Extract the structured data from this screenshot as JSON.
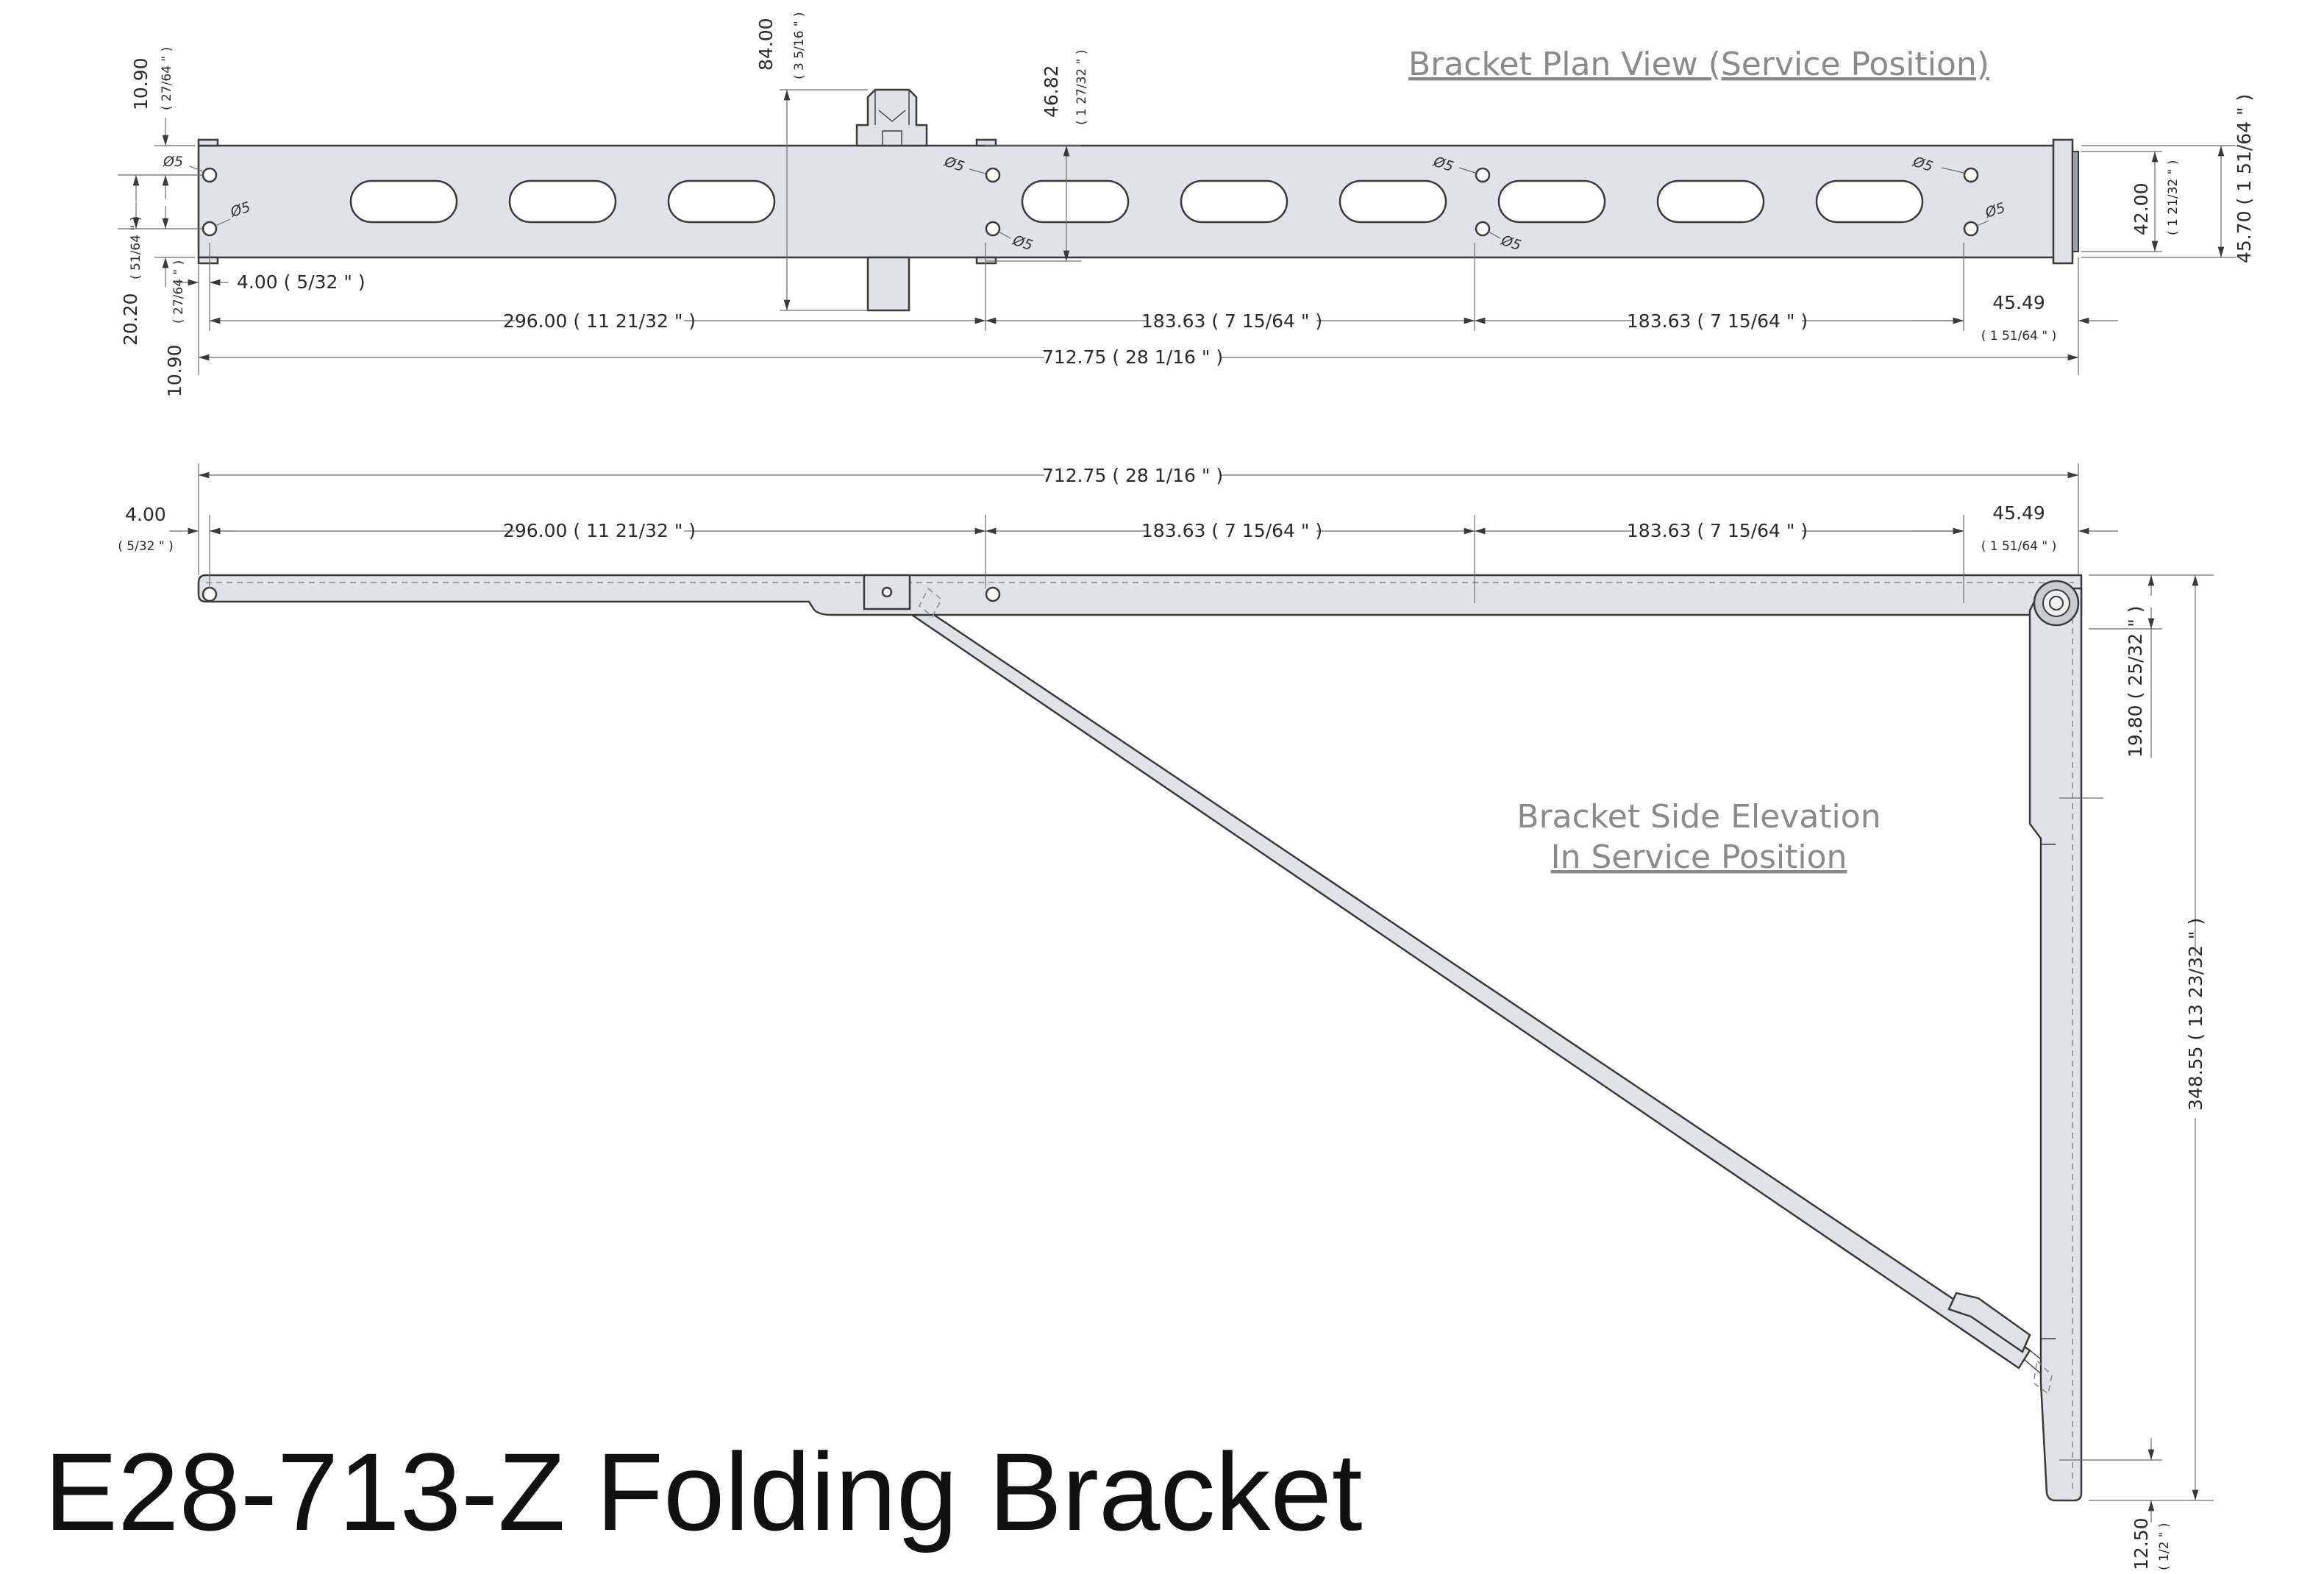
{
  "title": "E28-713-Z Folding Bracket",
  "plan_view": {
    "title": "Bracket Plan View (Service Position)",
    "dims": {
      "top_left": "10.90",
      "top_left_frac": "( 27/64 \" )",
      "top_left_2": "20.20",
      "top_left_2_frac": "( 51/64 \" )",
      "bottom_left": "10.90",
      "bottom_left_frac": "( 27/64 \" )",
      "offset": "4.00 ( 5/32 \" )",
      "tab_height": "84.00",
      "tab_height_frac": "( 3 5/16 \" )",
      "hole_span": "46.82",
      "hole_span_frac": "( 1 27/32 \" )",
      "seg1": "296.00 ( 11 21/32 \" )",
      "seg2": "183.63 ( 7 15/64 \" )",
      "seg3": "183.63 ( 7 15/64 \" )",
      "end": "45.49",
      "end_frac": "( 1 51/64 \" )",
      "overall": "712.75 ( 28 1/16 \" )",
      "width_inner": "42.00",
      "width_inner_frac": "( 1 21/32 \" )",
      "width_outer": "45.70 ( 1 51/64 \" )",
      "hole_dia": "Ø5"
    }
  },
  "side_view": {
    "title_line1": "Bracket Side Elevation",
    "title_line2": "In Service Position",
    "dims": {
      "overall": "712.75 ( 28 1/16 \" )",
      "offset": "4.00",
      "offset_frac": "( 5/32 \" )",
      "seg1": "296.00 ( 11 21/32 \" )",
      "seg2": "183.63 ( 7 15/64 \" )",
      "seg3": "183.63 ( 7 15/64 \" )",
      "end": "45.49",
      "end_frac": "( 1 51/64 \" )",
      "vertical_top": "19.80 ( 25/32 \" )",
      "vertical_total": "348.55 ( 13 23/32 \" )",
      "vertical_bottom": "12.50",
      "vertical_bottom_frac": "( 1/2 \" )"
    }
  }
}
